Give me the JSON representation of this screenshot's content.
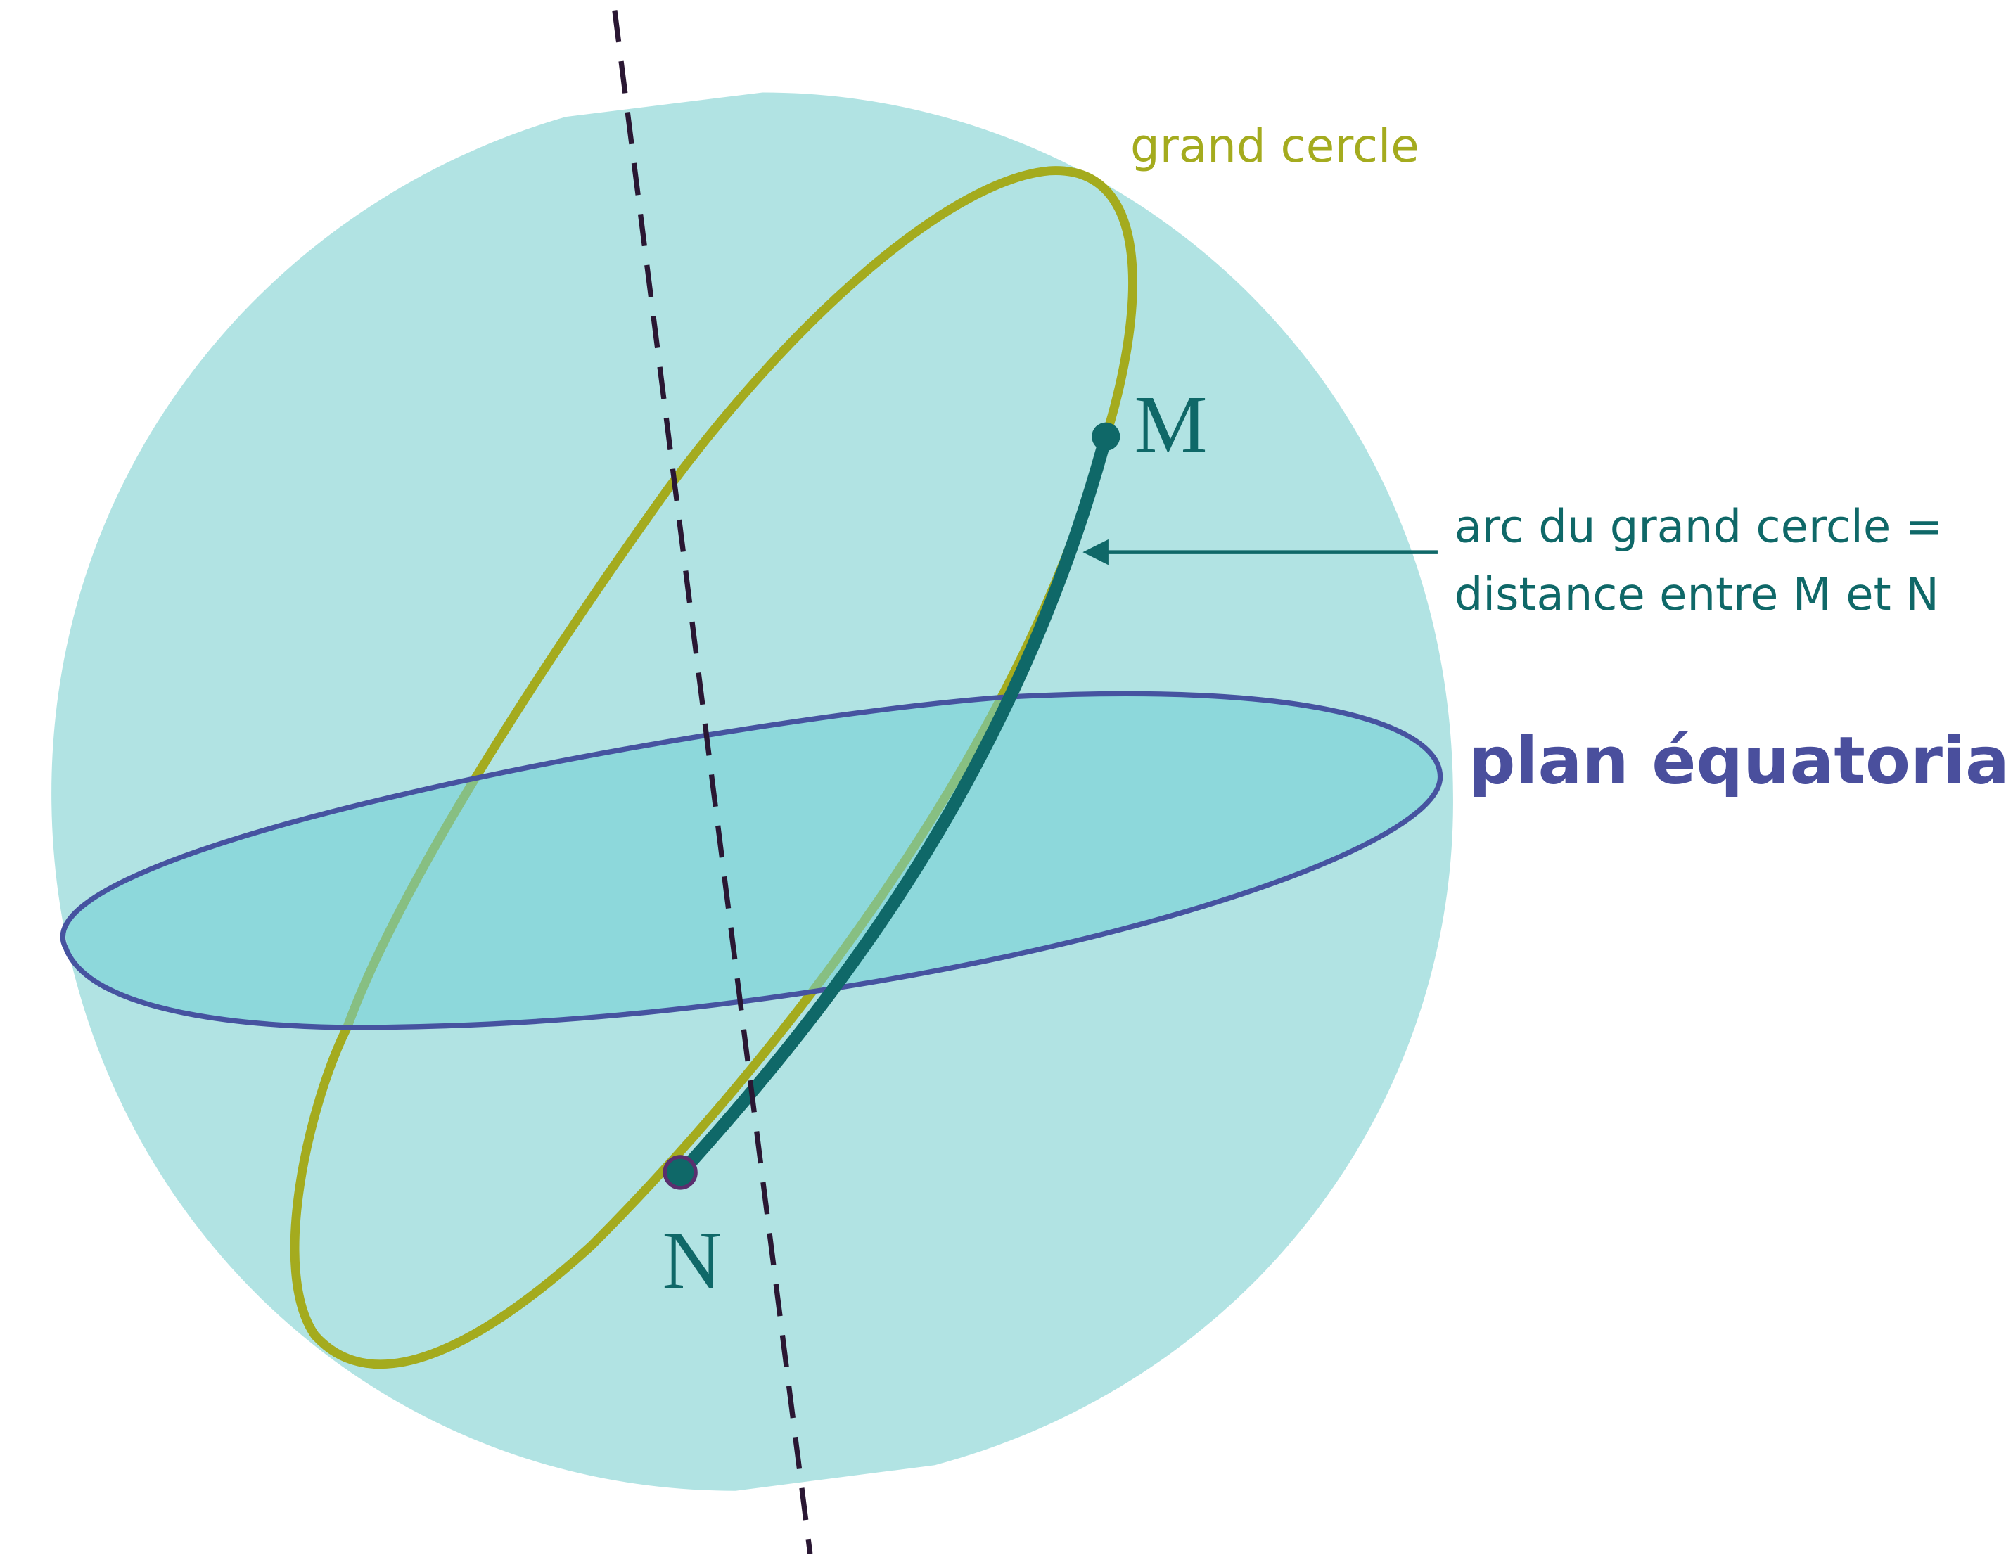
{
  "labels": {
    "great_circle": "grand cercle",
    "point_m": "M",
    "point_n": "N",
    "arc_line1": "arc du grand cercle =",
    "arc_line2": "distance entre M et N",
    "equatorial_plane": "plan équatorial"
  },
  "colors": {
    "sphere_fill": "#b1e3e3",
    "plane_fill": "#88d6d9",
    "plane_stroke": "#4653a0",
    "great_circle": "#a4ab1e",
    "arc_and_points": "#0f6868",
    "axis": "#2a1733",
    "plane_label": "#4a4f9d"
  }
}
